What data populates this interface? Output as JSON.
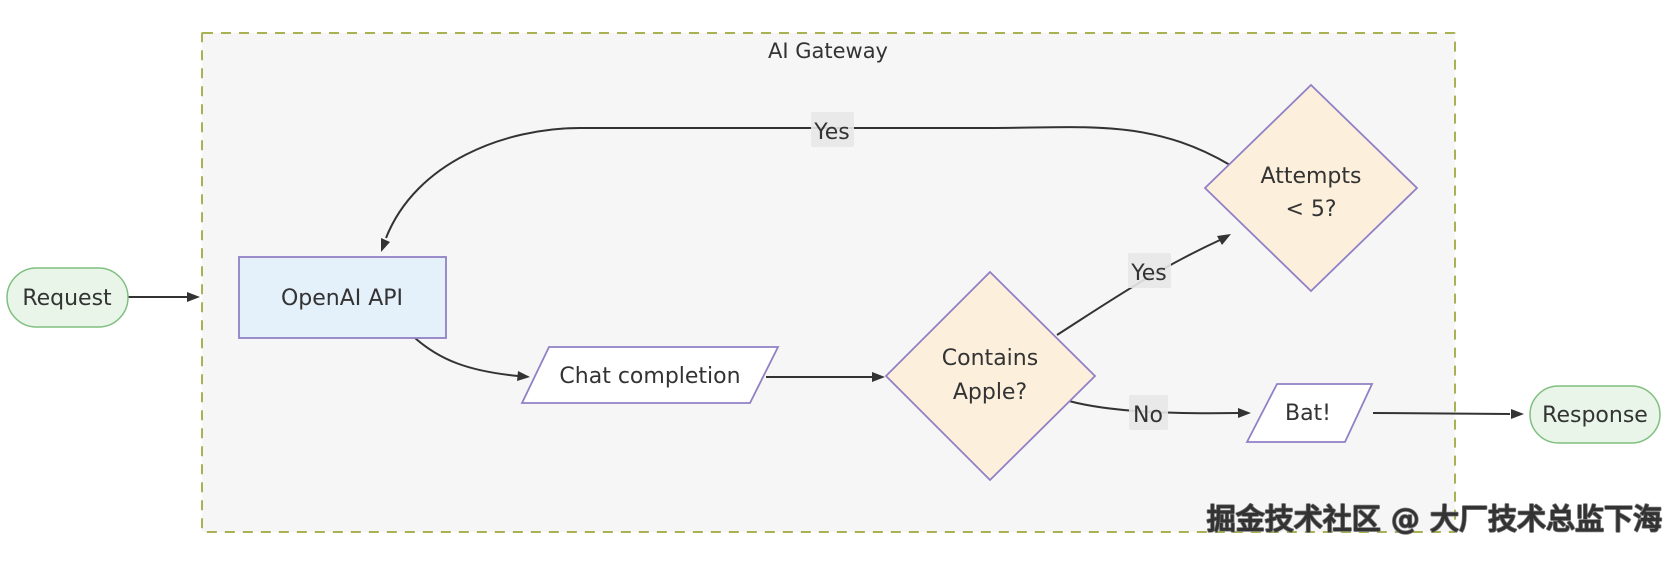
{
  "diagram": {
    "title": "AI Gateway",
    "watermark": "掘金技术社区 @ 大厂技术总监下海",
    "nodes": {
      "request": {
        "shape": "stadium",
        "label": "Request"
      },
      "openai_api": {
        "shape": "rectangle",
        "label": "OpenAI API"
      },
      "chat_completion": {
        "shape": "parallelogram",
        "label": "Chat completion"
      },
      "contains_apple": {
        "shape": "diamond",
        "label": "Contains Apple?",
        "line1": "Contains",
        "line2": "Apple?"
      },
      "attempts": {
        "shape": "diamond",
        "label": "Attempts < 5?",
        "line1": "Attempts",
        "line2": "< 5?"
      },
      "bat": {
        "shape": "parallelogram",
        "label": "Bat!"
      },
      "response": {
        "shape": "stadium",
        "label": "Response"
      }
    },
    "edges": [
      {
        "from": "Request",
        "to": "OpenAI API",
        "label": ""
      },
      {
        "from": "OpenAI API",
        "to": "Chat completion",
        "label": ""
      },
      {
        "from": "Chat completion",
        "to": "Contains Apple?",
        "label": ""
      },
      {
        "from": "Contains Apple?",
        "to": "Attempts < 5?",
        "label": "Yes"
      },
      {
        "from": "Attempts < 5?",
        "to": "OpenAI API",
        "label": "Yes"
      },
      {
        "from": "Contains Apple?",
        "to": "Bat!",
        "label": "No"
      },
      {
        "from": "Bat!",
        "to": "Response",
        "label": ""
      }
    ],
    "colors": {
      "cluster_fill": "#f6f6f6",
      "cluster_border": "#a9b153",
      "purple_border": "#9180c6",
      "green_border": "#7fbf7f",
      "green_fill": "#e9f5e9",
      "blue_fill": "#e4f0fa",
      "peach_fill": "#fcf0dd",
      "white_fill": "#ffffff",
      "edge_color": "#333333",
      "label_bg": "#e8e8e8",
      "text_color": "#333333",
      "watermark_fill": "#f2f2f2",
      "watermark_stroke": "#7a7a7a"
    }
  }
}
